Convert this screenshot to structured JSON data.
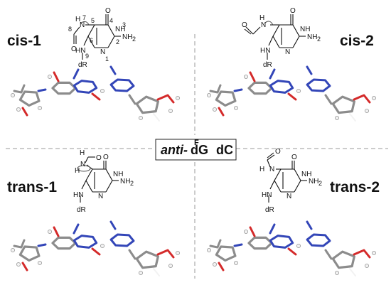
{
  "panels": {
    "top_left": {
      "label": "cis-1"
    },
    "top_right": {
      "label": "cis-2"
    },
    "bottom_left": {
      "label": "trans-1"
    },
    "bottom_right": {
      "label": "trans-2"
    }
  },
  "center": {
    "anti": "anti-",
    "sup": "F",
    "dG": "dG",
    "dC": "dC"
  },
  "atoms": {
    "O": "O",
    "H": "H",
    "N": "N",
    "NH": "NH",
    "HN": "HN",
    "NH2": "NH",
    "sub2": "2",
    "dR": "dR"
  },
  "numbering": [
    "1",
    "2",
    "3",
    "4",
    "5",
    "6",
    "7",
    "8",
    "9"
  ],
  "colors": {
    "carbon": "#8c8c8c",
    "nitrogen": "#3346b8",
    "oxygen": "#d42a2a",
    "hydrogen": "#f2f2f2"
  }
}
